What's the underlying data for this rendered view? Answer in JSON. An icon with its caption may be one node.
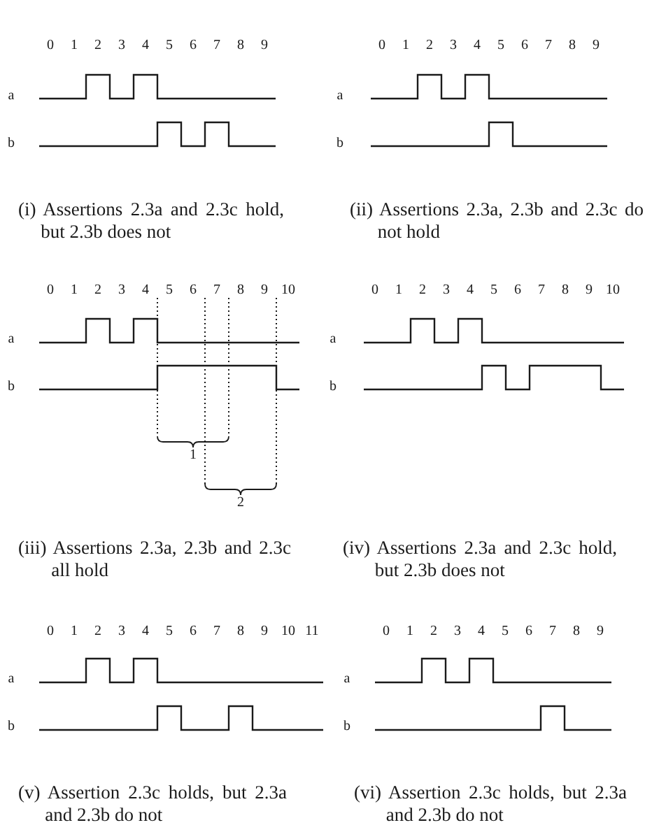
{
  "diagram": {
    "labels": [
      "0",
      "1",
      "2",
      "3",
      "4",
      "5",
      "6",
      "7",
      "8",
      "9",
      "a",
      "b",
      "(i) Assertions 2.3a and 2.3c hold, but 2.3b does not",
      "0",
      "1",
      "2",
      "3",
      "4",
      "5",
      "6",
      "7",
      "8",
      "9",
      "a",
      "b",
      "(ii) Assertions 2.3a, 2.3b and 2.3c do not hold",
      "0",
      "1",
      "2",
      "3",
      "4",
      "5",
      "6",
      "7",
      "8",
      "9",
      "10",
      "a",
      "b",
      "1",
      "2",
      "(iii) Assertions 2.3a, 2.3b and 2.3c all hold",
      "0",
      "1",
      "2",
      "3",
      "4",
      "5",
      "6",
      "7",
      "8",
      "9",
      "10",
      "a",
      "b",
      "(iv) Assertions 2.3a and 2.3c hold, but 2.3b does not",
      "0",
      "1",
      "2",
      "3",
      "4",
      "5",
      "6",
      "7",
      "8",
      "9",
      "10",
      "11",
      "a",
      "b",
      "(v) Assertion 2.3c holds, but 2.3a and 2.3b do not",
      "0",
      "1",
      "2",
      "3",
      "4",
      "5",
      "6",
      "7",
      "8",
      "9",
      "a",
      "b",
      "(vi) Assertion 2.3c holds, but 2.3a and 2.3b do not"
    ]
  }
}
